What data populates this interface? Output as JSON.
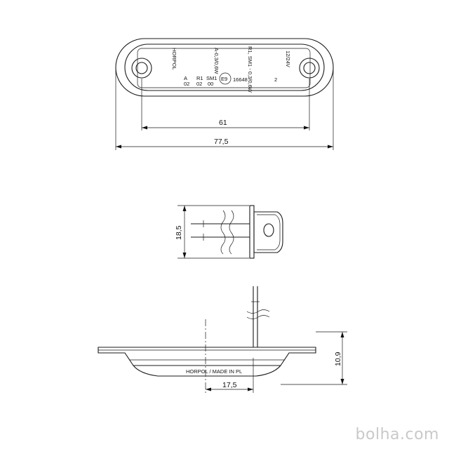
{
  "dimensions": {
    "width_inner": "61",
    "width_total": "77,5",
    "height_side": "18,5",
    "height_front": "10,9",
    "offset_front": "17,5"
  },
  "markings": {
    "row1": [
      "A",
      "R1",
      "SM1"
    ],
    "row2": [
      "02",
      "02",
      "00"
    ],
    "approval": "E9",
    "approval_number": "16648",
    "index": "2",
    "rotated_1": "HORPOL",
    "rotated_2": "A-0,3/0,6W",
    "rotated_3": "R1, SM1 - 0,3/0,6W",
    "rotated_4": "12/24V",
    "bottom_marking": "HORPOL / MADE IN PL"
  },
  "watermark": "bolha.com"
}
